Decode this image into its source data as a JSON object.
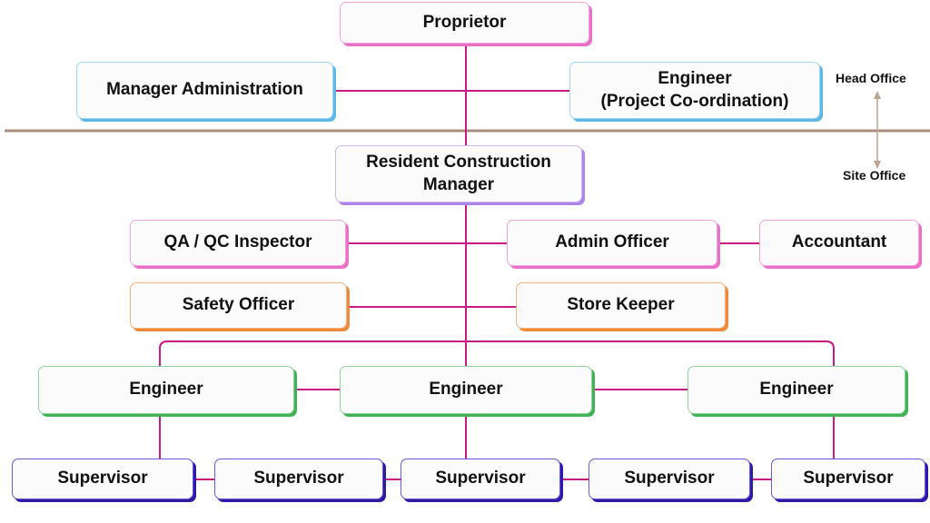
{
  "chart": {
    "colors": {
      "connector": "#c71a87",
      "separator": "#a89080",
      "arrow": "#b8a490"
    },
    "head_office": {
      "proprietor": "Proprietor",
      "manager_admin": "Manager Administration",
      "engineer_coord_line1": "Engineer",
      "engineer_coord_line2": "(Project Co-ordination)"
    },
    "site_office": {
      "rcm_line1": "Resident Construction",
      "rcm_line2": "Manager",
      "qa_qc": "QA / QC Inspector",
      "admin_officer": "Admin Officer",
      "accountant": "Accountant",
      "safety_officer": "Safety Officer",
      "store_keeper": "Store Keeper",
      "engineers": [
        "Engineer",
        "Engineer",
        "Engineer"
      ],
      "supervisors": [
        "Supervisor",
        "Supervisor",
        "Supervisor",
        "Supervisor",
        "Supervisor"
      ]
    },
    "labels": {
      "head_office": "Head Office",
      "site_office": "Site Office"
    }
  }
}
